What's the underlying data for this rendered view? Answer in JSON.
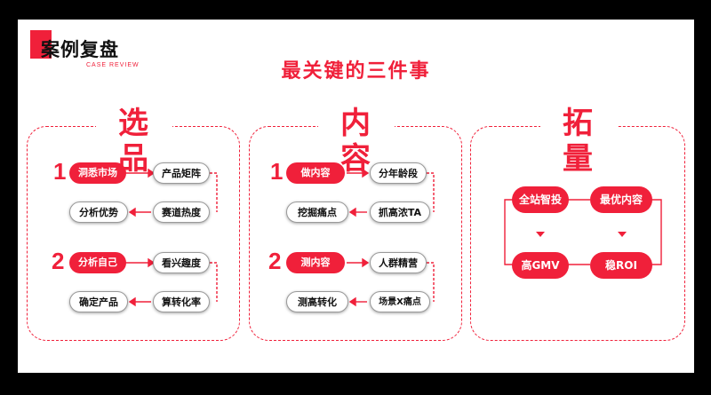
{
  "header": {
    "logo_title": "案例复盘",
    "logo_subtitle": "CASE REVIEW",
    "main_title": "最关键的三件事"
  },
  "colors": {
    "accent": "#f0203a"
  },
  "panel1": {
    "title": "选品",
    "group1": {
      "num": "1",
      "a": "洞悉市场",
      "b": "产品矩阵",
      "c": "赛道热度",
      "d": "分析优势"
    },
    "group2": {
      "num": "2",
      "a": "分析自己",
      "b": "看兴趣度",
      "c": "算转化率",
      "d": "确定产品"
    }
  },
  "panel2": {
    "title": "内容",
    "group1": {
      "num": "1",
      "a": "做内容",
      "b": "分年龄段",
      "c": "抓高浓TA",
      "d": "挖掘痛点"
    },
    "group2": {
      "num": "2",
      "a": "测内容",
      "b": "人群精营",
      "c": "场景X痛点",
      "d": "测高转化"
    }
  },
  "panel3": {
    "title": "拓量",
    "a": "全站智投",
    "b": "最优内容",
    "c": "高GMV",
    "d": "稳ROI"
  }
}
